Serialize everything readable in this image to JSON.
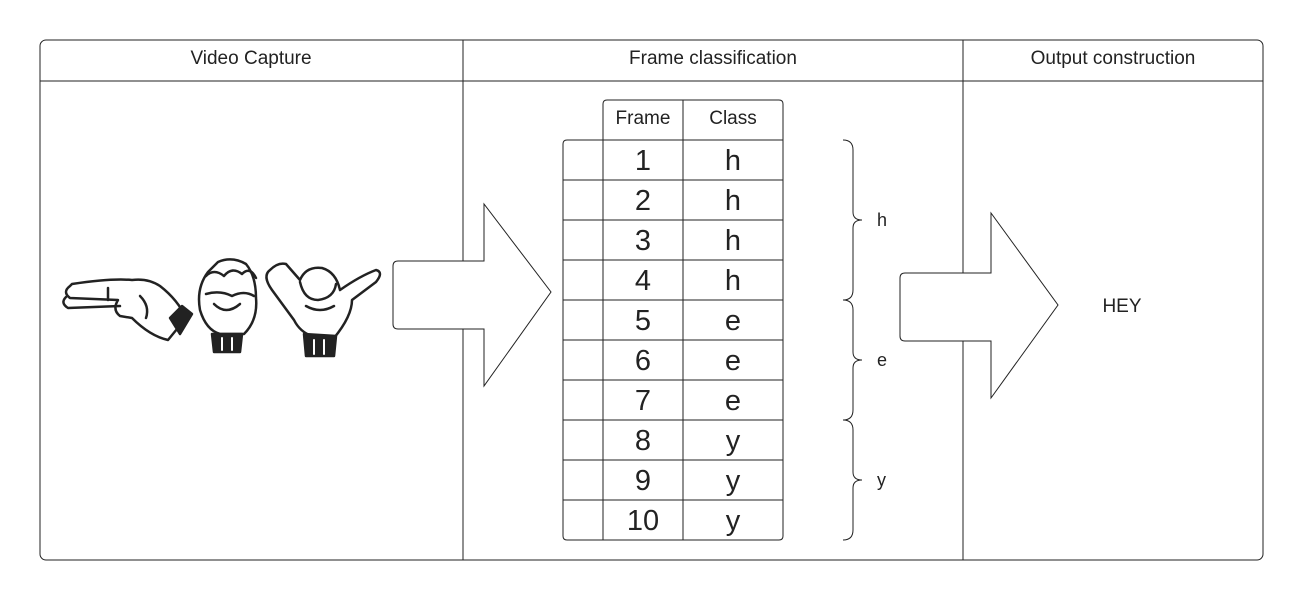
{
  "panels": [
    {
      "title": "Video Capture"
    },
    {
      "title": "Frame classification"
    },
    {
      "title": "Output construction"
    }
  ],
  "video_capture": {
    "hand_signs": [
      "h-handshape-icon",
      "e-handshape-icon",
      "y-handshape-icon"
    ]
  },
  "frame_table": {
    "headers": [
      "Frame",
      "Class"
    ],
    "rows": [
      {
        "frame": "1",
        "class": "h"
      },
      {
        "frame": "2",
        "class": "h"
      },
      {
        "frame": "3",
        "class": "h"
      },
      {
        "frame": "4",
        "class": "h"
      },
      {
        "frame": "5",
        "class": "e"
      },
      {
        "frame": "6",
        "class": "e"
      },
      {
        "frame": "7",
        "class": "e"
      },
      {
        "frame": "8",
        "class": "y"
      },
      {
        "frame": "9",
        "class": "y"
      },
      {
        "frame": "10",
        "class": "y"
      }
    ]
  },
  "groups": [
    {
      "label": "h",
      "first_row": 0,
      "last_row": 3
    },
    {
      "label": "e",
      "first_row": 4,
      "last_row": 6
    },
    {
      "label": "y",
      "first_row": 7,
      "last_row": 9
    }
  ],
  "output": {
    "text": "HEY"
  },
  "colors": {
    "stroke": "#222222",
    "background": "#ffffff"
  }
}
